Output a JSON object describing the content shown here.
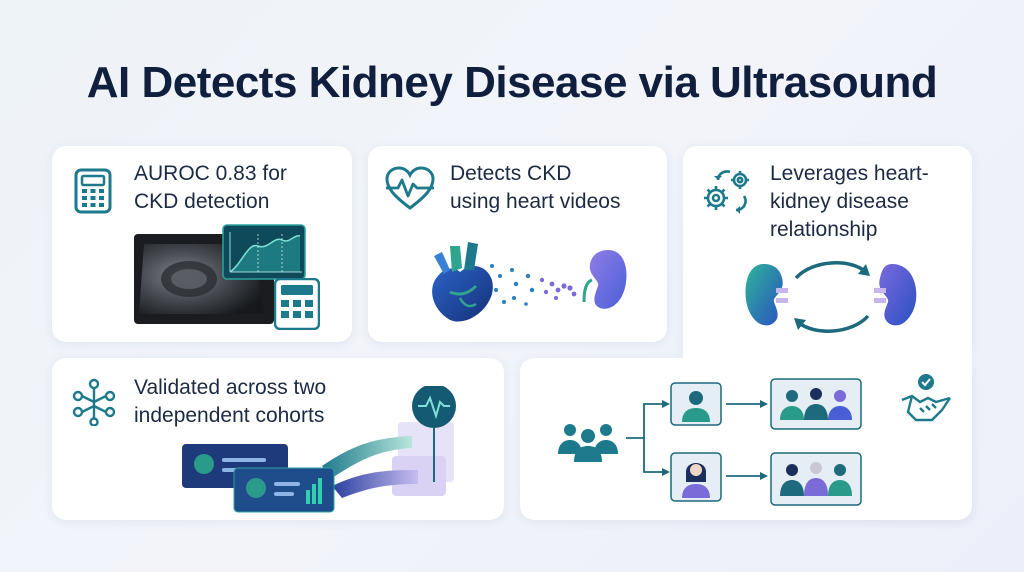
{
  "title": "AI Detects Kidney Disease via Ultrasound",
  "cards": {
    "auroc": {
      "line1": "AUROC 0.83 for",
      "line2": "CKD detection"
    },
    "heart": {
      "line1": "Detects CKD",
      "line2": "using heart videos"
    },
    "relationship": {
      "line1": "Leverages heart-",
      "line2": "kidney disease",
      "line3": "relationship"
    },
    "cohorts": {
      "line1": "Validated across two",
      "line2": "independent cohorts"
    }
  },
  "icons": {
    "calculator": "calculator-icon",
    "heartbeat": "heartbeat-icon",
    "gears": "gears-icon",
    "network": "network-brain-icon",
    "group": "people-group-icon",
    "handshake": "handshake-check-icon"
  },
  "colors": {
    "teal": "#1d7a8c",
    "navy": "#1a3f8f",
    "purple": "#7b6bd9",
    "title": "#0f1f3d"
  }
}
